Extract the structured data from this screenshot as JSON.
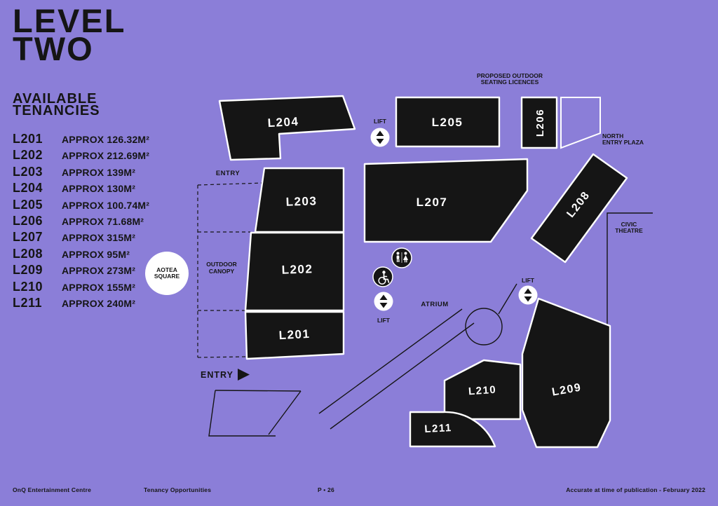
{
  "page": {
    "bg": "#8b7ed8",
    "ink": "#151515",
    "title_line1": "LEVEL",
    "title_line2": "TWO"
  },
  "tenancies": {
    "heading_line1": "AVAILABLE",
    "heading_line2": "TENANCIES",
    "items": [
      {
        "code": "L201",
        "area": "APPROX 126.32M²"
      },
      {
        "code": "L202",
        "area": "APPROX 212.69M²"
      },
      {
        "code": "L203",
        "area": "APPROX 139M²"
      },
      {
        "code": "L204",
        "area": "APPROX 130M²"
      },
      {
        "code": "L205",
        "area": "APPROX 100.74M²"
      },
      {
        "code": "L206",
        "area": "APPROX 71.68M²"
      },
      {
        "code": "L207",
        "area": "APPROX 315M²"
      },
      {
        "code": "L208",
        "area": "APPROX 95M²"
      },
      {
        "code": "L209",
        "area": "APPROX 273M²"
      },
      {
        "code": "L210",
        "area": "APPROX 155M²"
      },
      {
        "code": "L211",
        "area": "APPROX 240M²"
      }
    ]
  },
  "map": {
    "unit_labels": [
      "L201",
      "L202",
      "L203",
      "L204",
      "L205",
      "L206",
      "L207",
      "L208",
      "L209",
      "L210",
      "L211"
    ],
    "entry_top": "ENTRY",
    "entry_bottom": "ENTRY",
    "lift": "LIFT",
    "atrium": "ATRIUM",
    "outdoor_canopy_line1": "OUTDOOR",
    "outdoor_canopy_line2": "CANOPY",
    "aotea_line1": "AOTEA",
    "aotea_line2": "SQUARE",
    "proposed_line1": "PROPOSED OUTDOOR",
    "proposed_line2": "SEATING LICENCES",
    "north_entry_line1": "NORTH",
    "north_entry_line2": "ENTRY PLAZA",
    "civic_line1": "CIVIC",
    "civic_line2": "THEATRE"
  },
  "footer": {
    "brand": "OnQ Entertainment Centre",
    "doc": "Tenancy Opportunities",
    "page": "P • 26",
    "note": "Accurate at time of publication - February 2022"
  }
}
